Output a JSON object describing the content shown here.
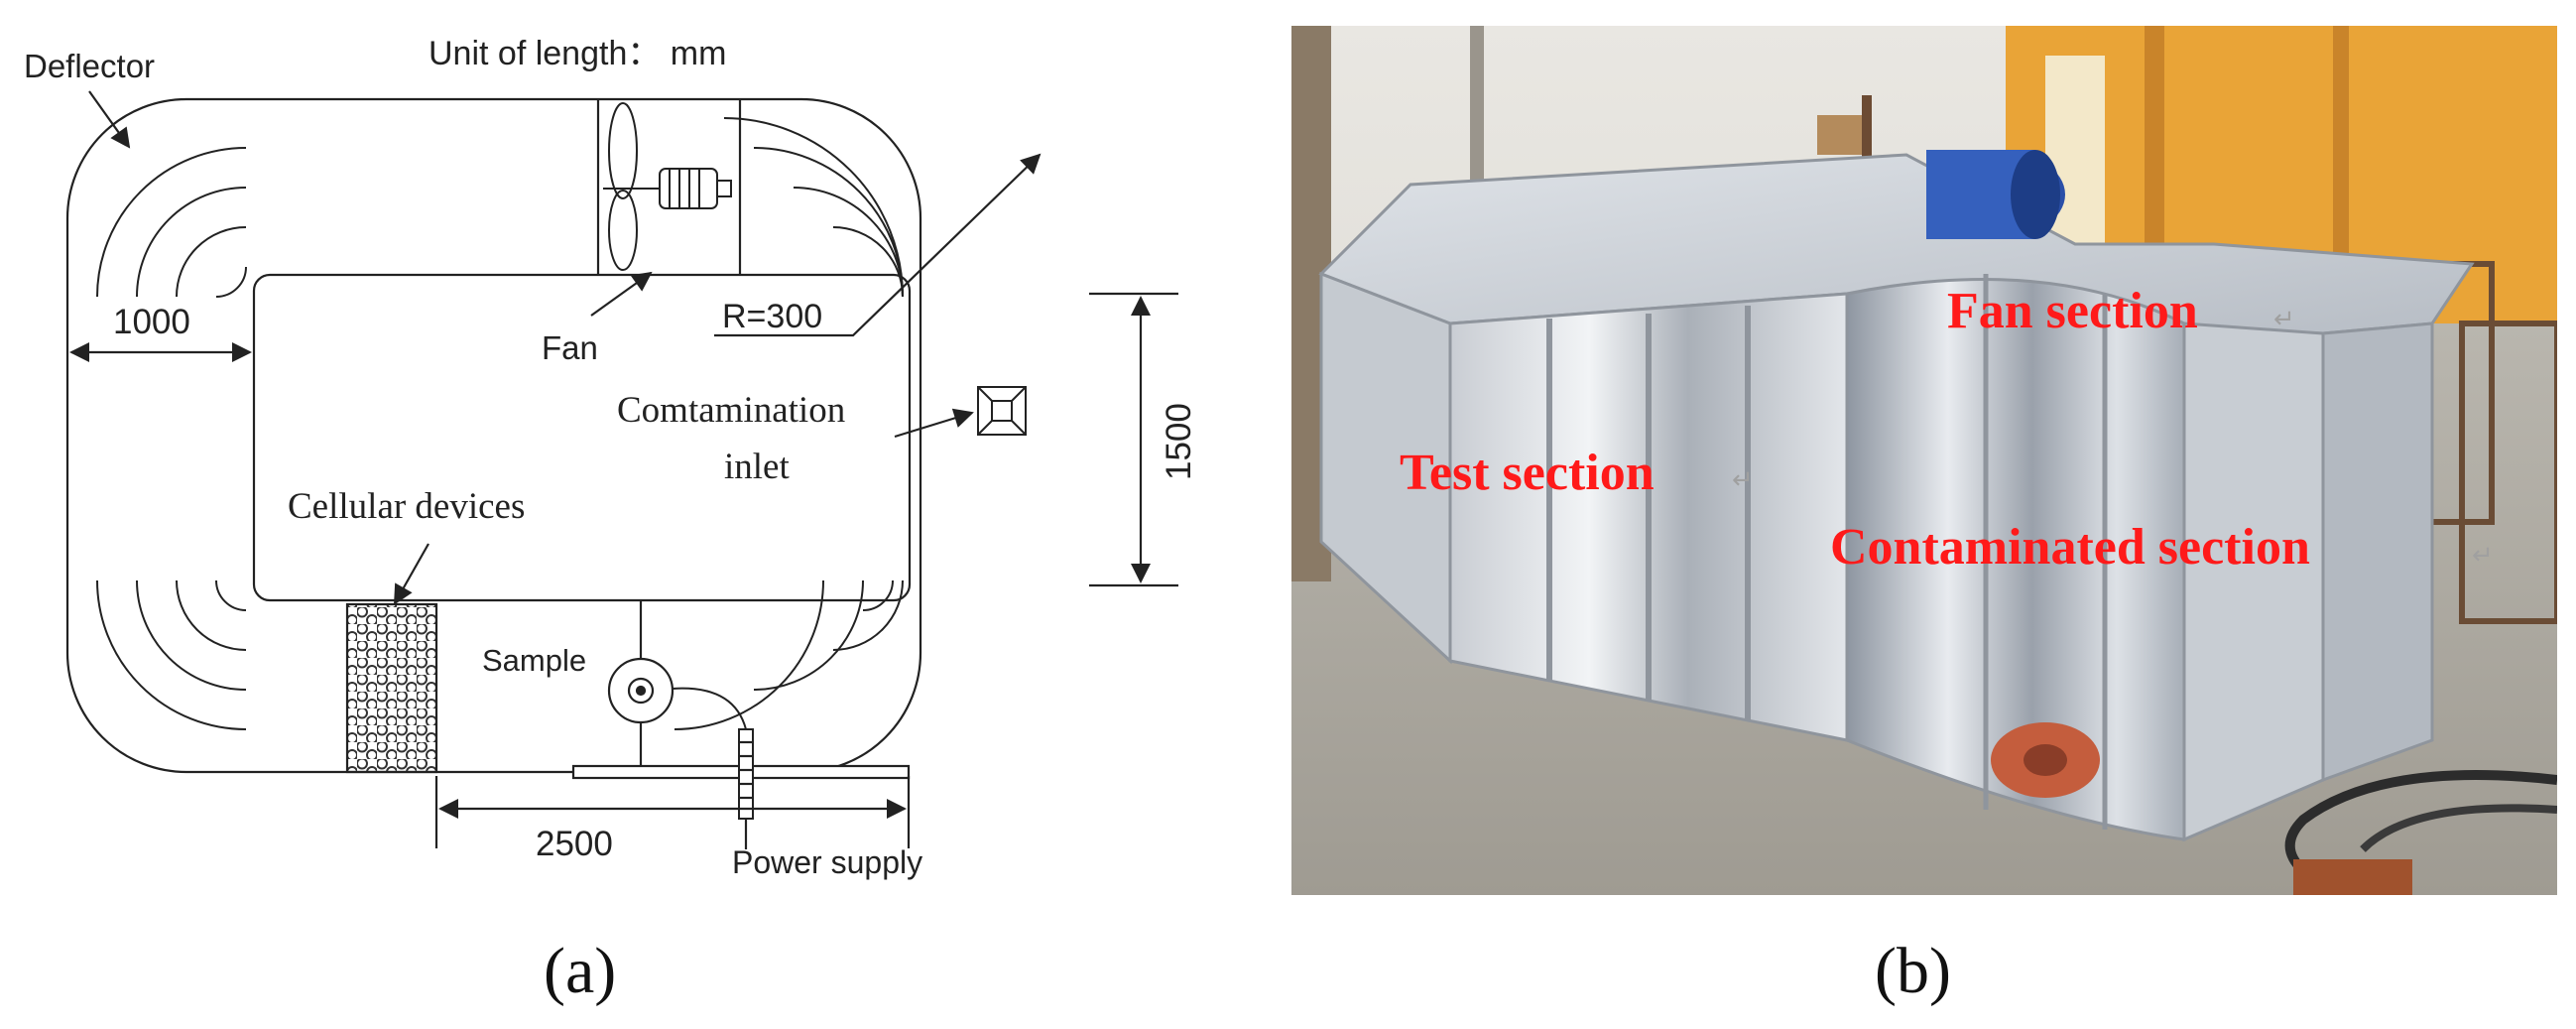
{
  "panel_a": {
    "unit_label": "Unit of length：  mm",
    "deflector": "Deflector",
    "fan": "Fan",
    "radius": "R=300",
    "contamination_line1": "Comtamination",
    "contamination_line2": "inlet",
    "cellular": "Cellular devices",
    "sample": "Sample",
    "power_supply": "Power supply",
    "dim_1000": "1000",
    "dim_1500": "1500",
    "dim_2500": "2500",
    "caption": "(a)"
  },
  "panel_b": {
    "fan_section": "Fan section",
    "test_section": "Test section",
    "contaminated_section": "Contaminated section",
    "return_mark": "↵",
    "caption": "(b)"
  },
  "colors": {
    "line": "#222222",
    "photo_label": "#ff1a1a"
  }
}
